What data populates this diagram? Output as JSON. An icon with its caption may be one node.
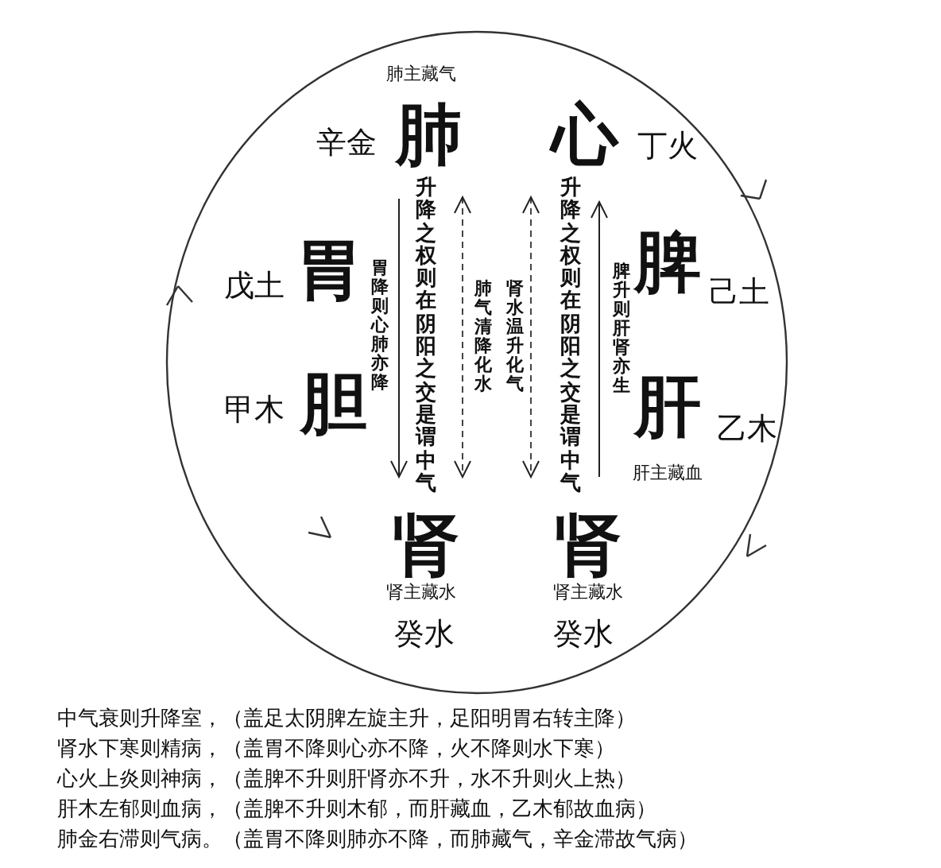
{
  "diagram": {
    "labels": [
      "肺主藏气",
      "辛金",
      "肺",
      "心",
      "丁火",
      "升降之权则在阴阳之交是谓中气",
      "升降之权则在阴阳之交是谓中气",
      "戊土",
      "胃",
      "胃降则心肺亦降",
      "肺气清降化水",
      "肾水温升化气",
      "脾升则肝肾亦生",
      "脾",
      "己土",
      "甲木",
      "胆",
      "肝",
      "乙木",
      "肝主藏血",
      "肾",
      "肾",
      "肾主藏水",
      "肾主藏水",
      "癸水",
      "癸水",
      "中气衰则升降室，（盖足太阴脾左旋主升，足阳明胃右转主降）",
      "肾水下寒则精病，（盖胃不降则心亦不降，火不降则水下寒）",
      "心火上炎则神病，（盖脾不升则肝肾亦不升，水不升则火上热）",
      "肝木左郁则血病，（盖脾不升则木郁，而肝藏血，乙木郁故血病）",
      "肺金右滞则气病。（盖胃不降则肺亦不降，而肺藏气，辛金滞故气病）"
    ]
  }
}
